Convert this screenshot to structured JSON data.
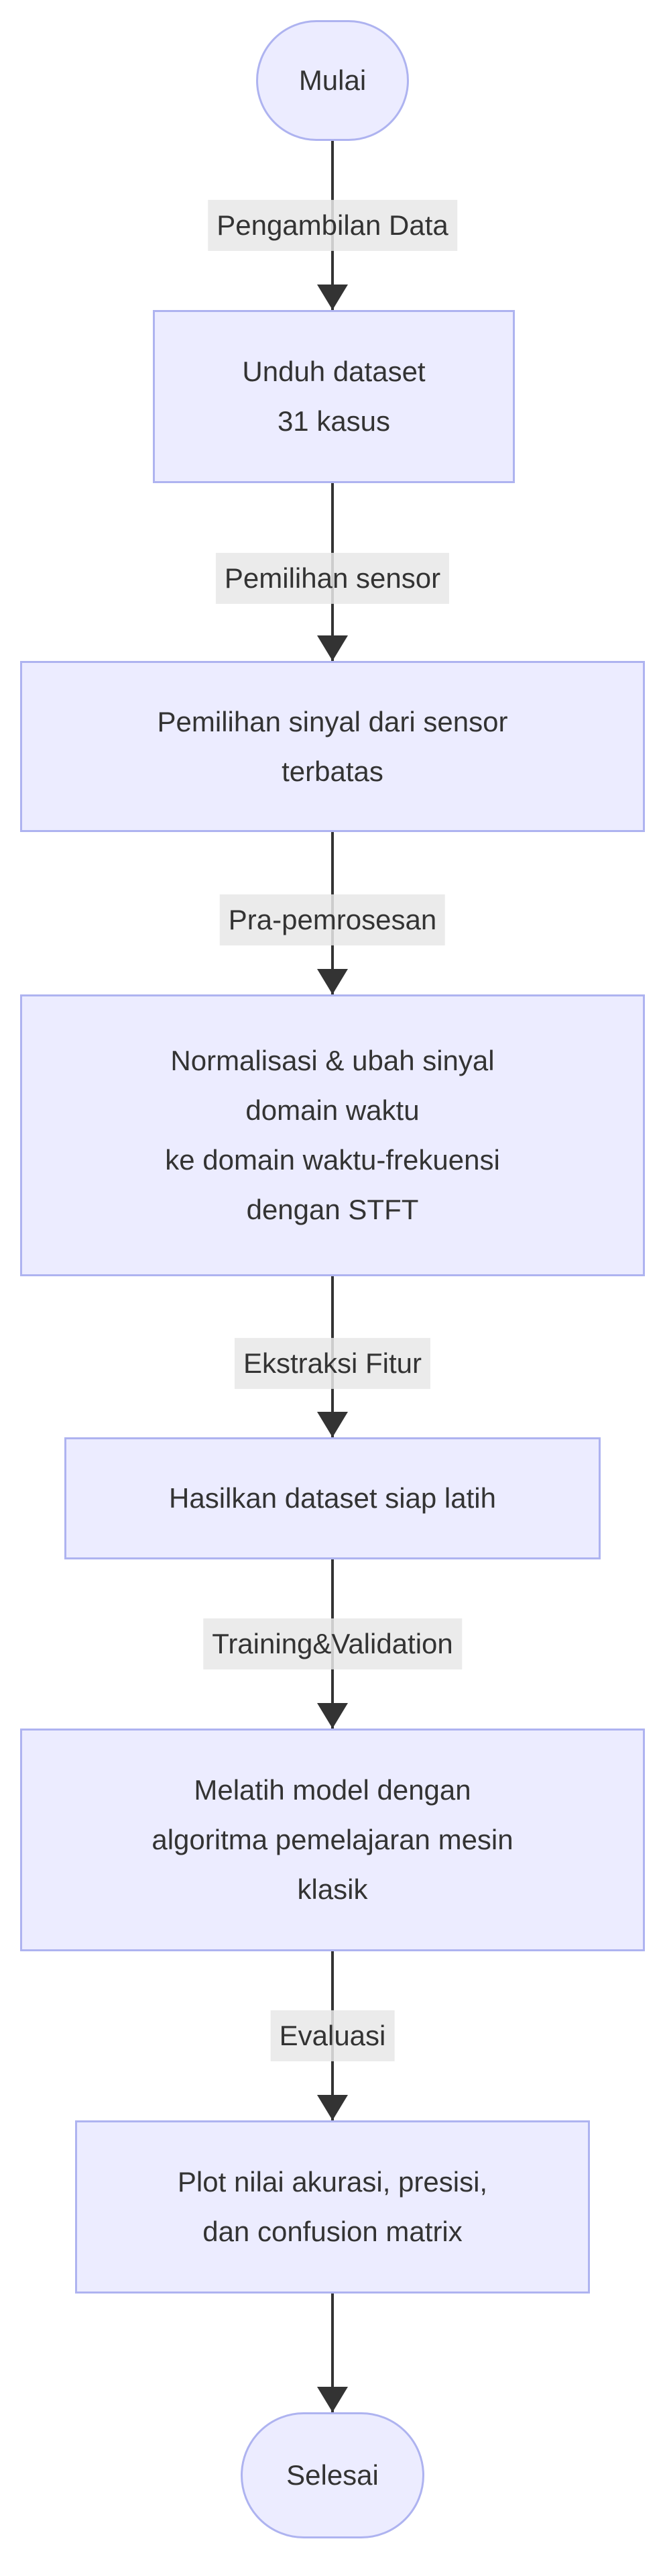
{
  "diagram": {
    "kind": "flowchart",
    "direction": "top-down",
    "colors": {
      "node_fill": "#ECECFF",
      "node_border": "#AEB3F0",
      "edge_line": "#333333",
      "edge_label_background": "#E8E8E8",
      "text": "#333333",
      "background": "#FFFFFF"
    }
  },
  "nodes": [
    {
      "id": "start",
      "shape": "stadium",
      "lines": [
        "Mulai"
      ]
    },
    {
      "id": "download-dataset",
      "shape": "rect",
      "lines": [
        "Unduh dataset",
        "31 kasus"
      ]
    },
    {
      "id": "signal-selection",
      "shape": "rect",
      "lines": [
        "Pemilihan sinyal dari sensor",
        "terbatas"
      ]
    },
    {
      "id": "preprocessing",
      "shape": "rect",
      "lines": [
        "Normalisasi & ubah sinyal",
        "domain waktu",
        "ke domain waktu-frekuensi",
        "dengan STFT"
      ]
    },
    {
      "id": "dataset-ready",
      "shape": "rect",
      "lines": [
        "Hasilkan dataset siap latih"
      ]
    },
    {
      "id": "train-model",
      "shape": "rect",
      "lines": [
        "Melatih model dengan",
        "algoritma pemelajaran mesin",
        "klasik"
      ]
    },
    {
      "id": "plot-results",
      "shape": "rect",
      "lines": [
        "Plot nilai akurasi, presisi,",
        "dan confusion matrix"
      ]
    },
    {
      "id": "end",
      "shape": "stadium",
      "lines": [
        "Selesai"
      ]
    }
  ],
  "edges": [
    {
      "from": "start",
      "to": "download-dataset",
      "label": "Pengambilan Data"
    },
    {
      "from": "download-dataset",
      "to": "signal-selection",
      "label": "Pemilihan sensor"
    },
    {
      "from": "signal-selection",
      "to": "preprocessing",
      "label": "Pra-pemrosesan"
    },
    {
      "from": "preprocessing",
      "to": "dataset-ready",
      "label": "Ekstraksi Fitur"
    },
    {
      "from": "dataset-ready",
      "to": "train-model",
      "label": "Training&Validation"
    },
    {
      "from": "train-model",
      "to": "plot-results",
      "label": "Evaluasi"
    },
    {
      "from": "plot-results",
      "to": "end",
      "label": ""
    }
  ]
}
